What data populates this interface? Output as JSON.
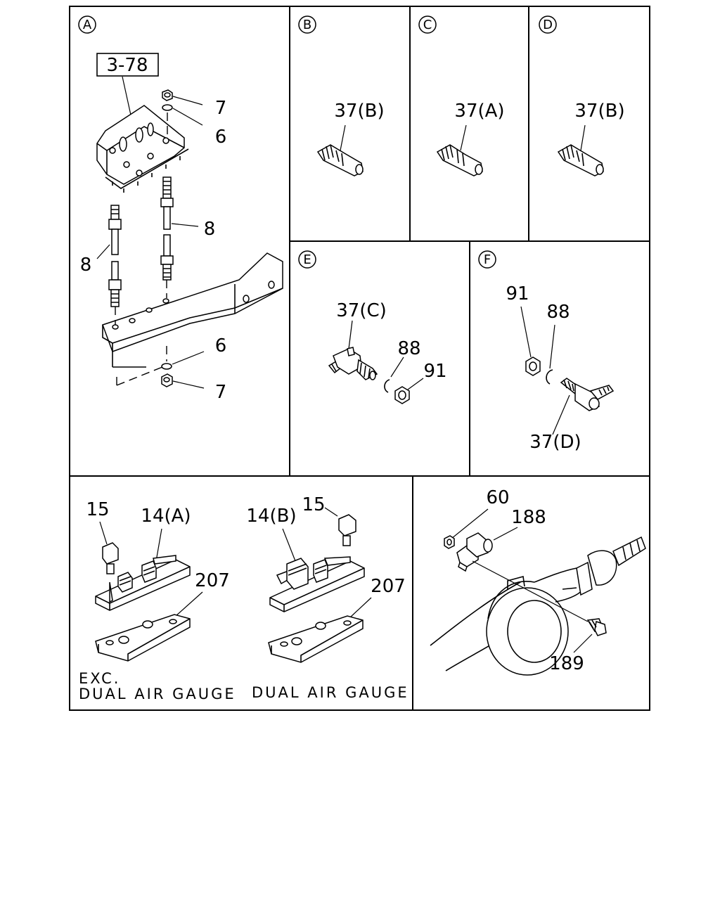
{
  "panels": {
    "A": {
      "letter": "A",
      "ref_box": "3-78",
      "labels": {
        "nut_top": "7",
        "washer_top": "6",
        "valve_right": "8",
        "valve_left": "8",
        "washer_bottom": "6",
        "nut_bottom": "7"
      }
    },
    "B": {
      "letter": "B",
      "part": "37(B)"
    },
    "C": {
      "letter": "C",
      "part": "37(A)"
    },
    "D": {
      "letter": "D",
      "part": "37(B)"
    },
    "E": {
      "letter": "E",
      "tee": "37(C)",
      "ring": "88",
      "nut": "91"
    },
    "F": {
      "letter": "F",
      "nut": "91",
      "ring": "88",
      "elbow": "37(D)"
    },
    "gauge": {
      "left": {
        "cap": "15",
        "valve": "14(A)",
        "plate": "207",
        "note_line1": "EXC.",
        "note_line2": "DUAL AIR GAUGE"
      },
      "right": {
        "valve": "14(B)",
        "cap": "15",
        "plate": "207",
        "note": "DUAL AIR GAUGE"
      }
    },
    "axle": {
      "nut": "60",
      "fitting": "188",
      "bolt": "189"
    }
  }
}
